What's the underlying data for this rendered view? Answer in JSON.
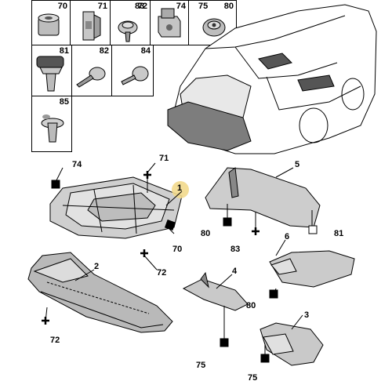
{
  "parts_grid": {
    "row1": [
      "70",
      "71",
      "72",
      "83",
      "74",
      "75",
      "80"
    ],
    "row2": [
      "81",
      "82",
      "84"
    ],
    "row3": [
      "85"
    ]
  },
  "callouts": {
    "c74": "74",
    "c71_top": "71",
    "c1": "1",
    "c70": "70",
    "c72_mid": "72",
    "c5": "5",
    "c80_a": "80",
    "c83": "83",
    "c81": "81",
    "c6": "6",
    "c2": "2",
    "c72_low": "72",
    "c4": "4",
    "c80_b": "80",
    "c75_a": "75",
    "c3": "3",
    "c75_b": "75"
  },
  "colors": {
    "line": "#000000",
    "part_fill": "#cfcfcf",
    "part_dark": "#8a8a8a",
    "highlight": "#f2d98c"
  }
}
